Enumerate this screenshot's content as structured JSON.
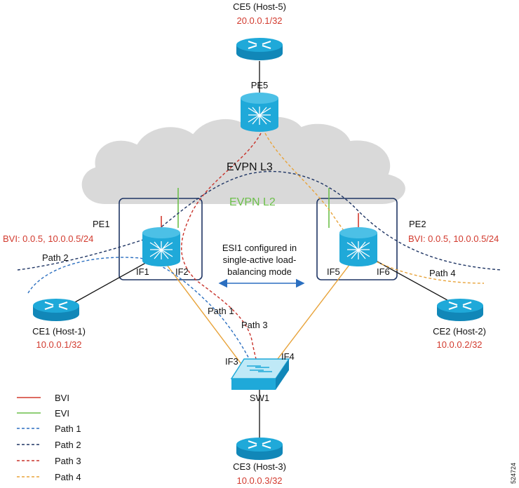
{
  "nodes": {
    "ce5": {
      "name": "CE5 (Host-5)",
      "ip": "20.0.0.1/32"
    },
    "pe5": {
      "name": "PE5"
    },
    "pe1": {
      "name": "PE1",
      "bvi": "BVI: 0.0.5, 10.0.0.5/24"
    },
    "pe2": {
      "name": "PE2",
      "bvi": "BVI: 0.0.5, 10.0.0.5/24"
    },
    "ce1": {
      "name": "CE1 (Host-1)",
      "ip": "10.0.0.1/32"
    },
    "ce2": {
      "name": "CE2 (Host-2)",
      "ip": "10.0.0.2/32"
    },
    "ce3": {
      "name": "CE3 (Host-3)",
      "ip": "10.0.0.3/32"
    },
    "sw1": {
      "name": "SW1"
    }
  },
  "cloud": {
    "l3_label": "EVPN L3",
    "l2_label": "EVPN L2"
  },
  "interfaces": {
    "if1": "IF1",
    "if2": "IF2",
    "if3": "IF3",
    "if4": "IF4",
    "if5": "IF5",
    "if6": "IF6"
  },
  "paths": {
    "path1": "Path 1",
    "path2": "Path 2",
    "path3": "Path 3",
    "path4": "Path 4"
  },
  "esi_note": [
    "ESI1 configured in",
    "single-active load-",
    "balancing mode"
  ],
  "legend": [
    {
      "label": "BVI",
      "color": "#d23a2e",
      "dashed": false
    },
    {
      "label": "EVI",
      "color": "#6cbf4a",
      "dashed": false
    },
    {
      "label": "Path 1",
      "color": "#2b6fc0",
      "dashed": true
    },
    {
      "label": "Path 2",
      "color": "#1f3564",
      "dashed": true
    },
    {
      "label": "Path 3",
      "color": "#c8332b",
      "dashed": true
    },
    {
      "label": "Path 4",
      "color": "#e8a33a",
      "dashed": true
    }
  ],
  "figure_id": "524724",
  "icons": {
    "router": "router-icon",
    "l3_router": "layer3-router-icon",
    "switch": "switch-icon",
    "cloud": "cloud-icon"
  },
  "colors": {
    "router_blue": "#1fa9d9",
    "label_red": "#d23a2e",
    "evi_green": "#6cbf4a",
    "link_orange": "#e8a33a",
    "frame_navy": "#1f3564",
    "cloud_gray": "#d9d9d9"
  }
}
